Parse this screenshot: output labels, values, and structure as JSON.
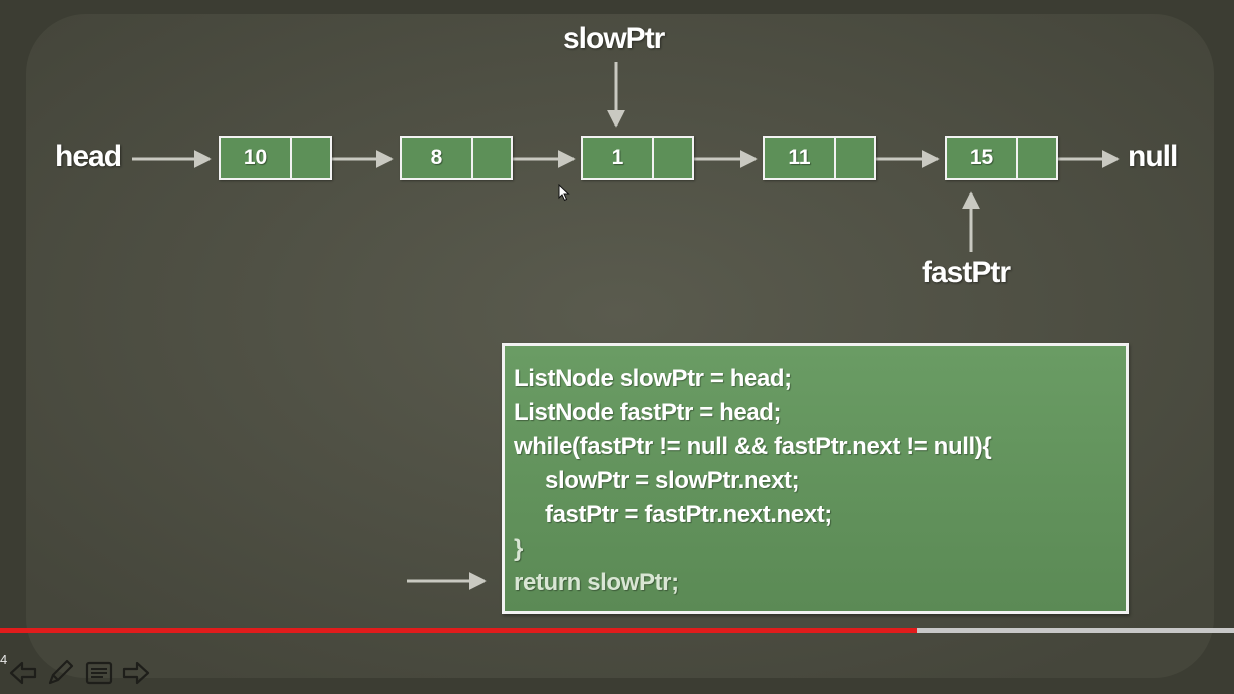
{
  "labels": {
    "head": "head",
    "null": "null",
    "slow_ptr": "slowPtr",
    "fast_ptr": "fastPtr"
  },
  "nodes": [
    "10",
    "8",
    "1",
    "11",
    "15"
  ],
  "code": [
    "ListNode slowPtr = head;",
    "ListNode fastPtr = head;",
    "while(fastPtr != null && fastPtr.next != null){",
    "slowPtr = slowPtr.next;",
    "fastPtr = fastPtr.next.next;",
    "}",
    "return slowPtr;"
  ],
  "player": {
    "progress_fraction": 0.743,
    "time_fragment": "4",
    "controls": [
      "previous-slide-icon",
      "pen-icon",
      "notes-icon",
      "next-slide-icon"
    ]
  },
  "colors": {
    "background": "#3f4036",
    "node_fill": "#5d9058",
    "code_fill": "#629559",
    "arrow": "#c9c9c1",
    "progress": "#e11c1c"
  }
}
